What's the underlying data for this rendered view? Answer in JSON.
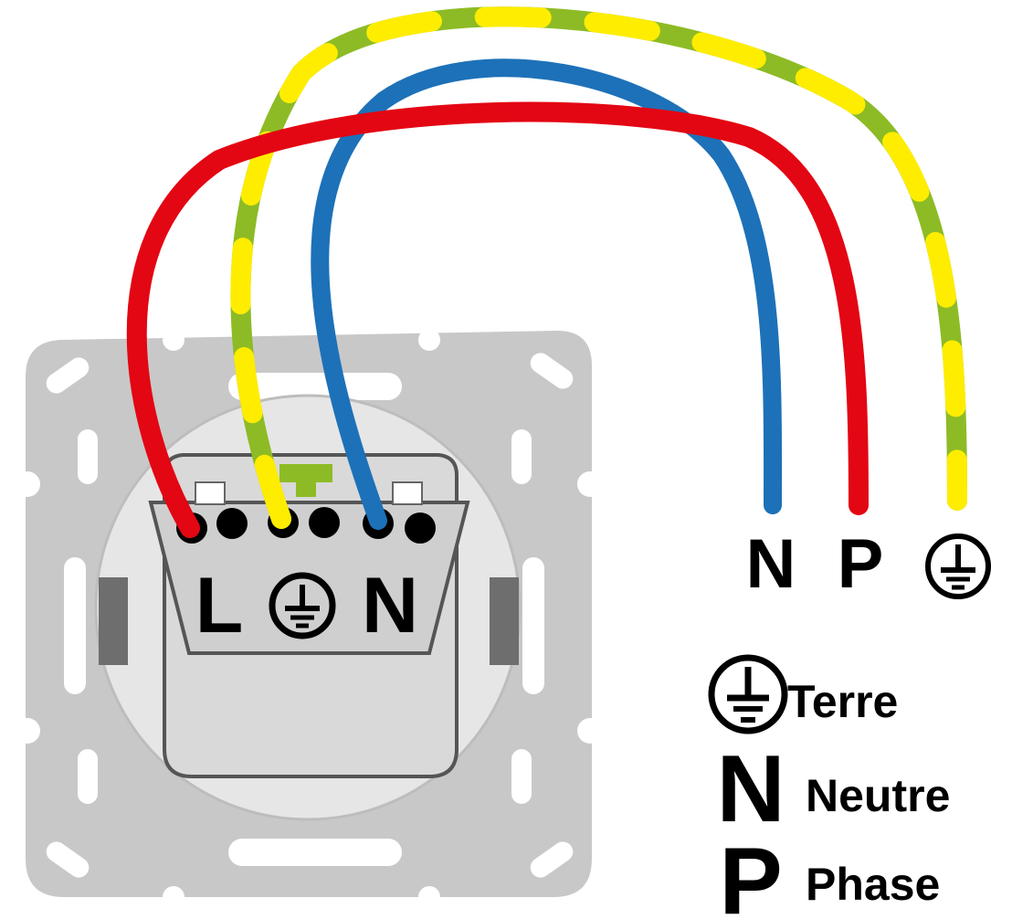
{
  "socket": {
    "terminal_left_label": "L",
    "terminal_right_label": "N"
  },
  "wire_ends": {
    "neutral_label": "N",
    "phase_label": "P"
  },
  "legend": {
    "items": [
      {
        "symbol": "earth-symbol",
        "label": "Terre"
      },
      {
        "symbol": "N",
        "label": "Neutre"
      },
      {
        "symbol": "P",
        "label": "Phase"
      }
    ]
  },
  "colors": {
    "phase_wire": "#e30613",
    "neutral_wire": "#1d71b8",
    "earth_wire_green": "#8dbb25",
    "earth_wire_yellow": "#ffed00",
    "plate": "#c8c8c8",
    "socket_body": "#dcdcdc",
    "socket_inner": "#e6e6e6",
    "text": "#000000"
  }
}
